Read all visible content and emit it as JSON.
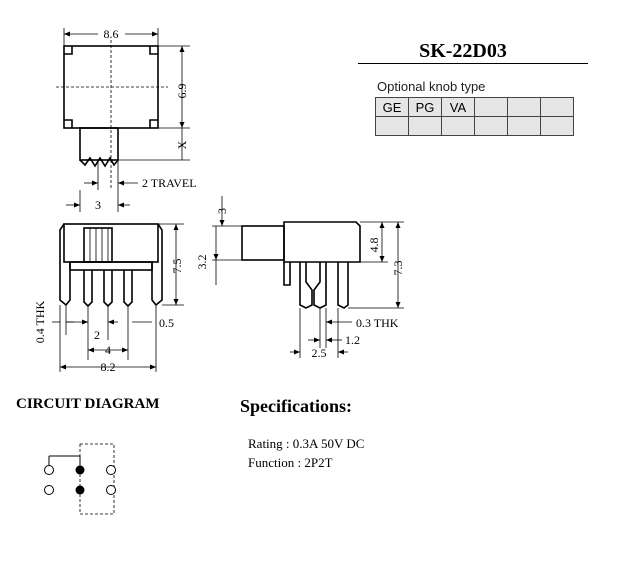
{
  "title": "SK-22D03",
  "knob": {
    "label": "Optional knob type",
    "row1": [
      "GE",
      "PG",
      "VA",
      "",
      "",
      ""
    ],
    "row2": [
      "",
      "",
      "",
      "",
      "",
      ""
    ]
  },
  "dims": {
    "top_width": "8.6",
    "body_height": "6.9",
    "knob_x": "X",
    "travel": "2 TRAVEL",
    "three": "3",
    "front_height": "7.5",
    "thk_left": "0.4 THK",
    "pin_pitch": "2",
    "pin_span": "4",
    "right_gap": "0.5",
    "base_width": "8.2",
    "knob_top": "3",
    "knob_height": "3.2",
    "side_h1": "4.8",
    "side_h2": "7.3",
    "thk_right": "0.3 THK",
    "side_pitch": "1.2",
    "side_span": "2.5"
  },
  "circuit_title": "CIRCUIT DIAGRAM",
  "specs": {
    "title": "Specifications:",
    "rating": "Rating : 0.3A 50V DC",
    "function": "Function : 2P2T"
  }
}
